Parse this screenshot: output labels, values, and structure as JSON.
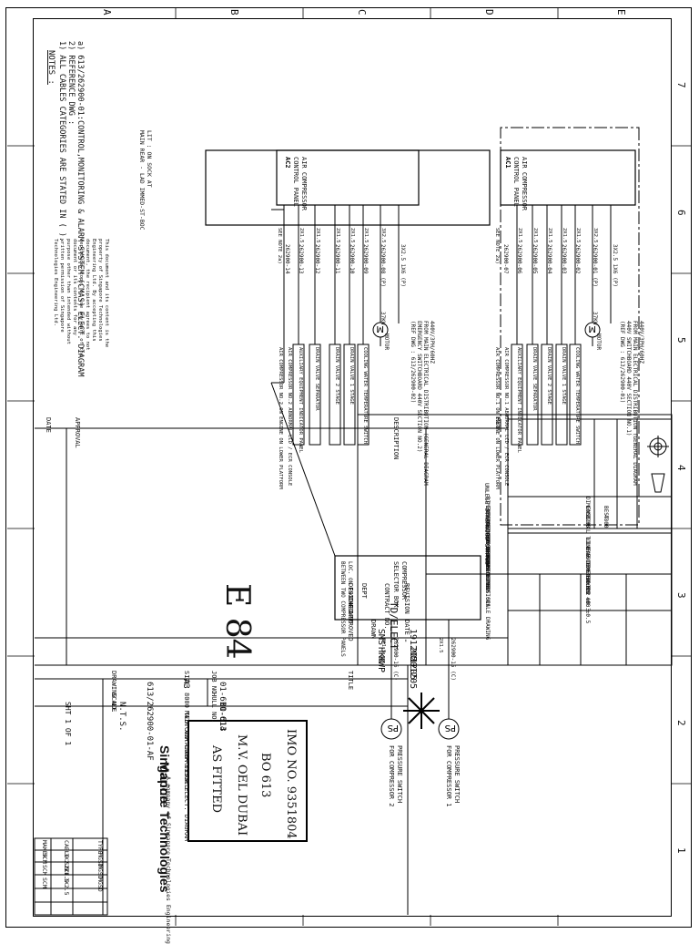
{
  "zones_cols": [
    "1",
    "2",
    "3",
    "4",
    "5",
    "6",
    "7"
  ],
  "zones_rows": [
    "A",
    "B",
    "C",
    "D",
    "E"
  ],
  "notes": {
    "heading": "NOTES :",
    "lines": [
      "1) ALL CABLES CATEGORIES ARE STATED IN ( ).",
      "2) REFERENCE DWG :",
      "   a) 613/262900-01:CONTROL,MONITORING & ALARM SYSTEM (CMAS) ELECT. DIAGRAM"
    ]
  },
  "stamp": {
    "lines": [
      "IMO NO. 9351804",
      "BO 613",
      "M.V. OEL DUBAI",
      "AS FITTED"
    ]
  },
  "revision_mark": "E 84",
  "panels": [
    {
      "id": "p1",
      "title": [
        "AIR COMPRESSOR",
        "CONTROL PANEL",
        "AC1"
      ]
    },
    {
      "id": "p2",
      "title": [
        "AIR COMPRESSOR",
        "CONTROL PANEL",
        "AC2"
      ]
    }
  ],
  "panel_side_note": [
    "LIT : ON SOCK AT",
    "MAIN REAR - LAD IMMED-ST-BOC"
  ],
  "group1": {
    "supply": [
      "440V/3PH/60HZ",
      "FROM MAIN ELECTRICAL DISTRIBUTION (GENERAL DIAGRAM",
      "440V SWITCHBOARD 440V SECTION NO.1)",
      "(REF DWG : 613/262900-01)"
    ],
    "supply_cable": "3X2.5 1X6 (P)",
    "motor_label": "MOTOR",
    "motor_rating": "37KW",
    "cables": [
      "262900-01 (P)",
      "262900-02",
      "262900-03",
      "262900-04",
      "262900-05",
      "262900-06",
      "262900-07"
    ],
    "cable_types": [
      "3X2.5",
      "2X1.5",
      "2X1.5",
      "2X1.5",
      "2X1.5",
      "2X1.5",
      "SEE NOTE 2a)"
    ],
    "devices": [
      "COOLING WATER TEMPERATURE SWITCH",
      "DRAIN VALVE 1 STAGE",
      "DRAIN VALVE 2 STAGE",
      "DRAIN VALVE SEPARATOR",
      "AUXILIARY EQUIPMENT INDICATOR PANEL",
      "AIR COMPRESSOR NO.1 ABNORMAL LCD / ECR CONSOLE",
      "AIR COMPRESSOR NO.1 ON ENGINE ON LOWER PLATFORM"
    ]
  },
  "group2": {
    "supply": [
      "440V/3PH/60HZ",
      "FROM MAIN ELECTRICAL DISTRIBUTION (GENERAL DIAGRAM",
      "EMERGENCY SWITCHBOARD 440V SECTION NO.2)",
      "(REF DWG : 613/262900-02)"
    ],
    "supply_cable": "3X2.5 1X6 (P)",
    "motor_label": "MOTOR",
    "motor_rating": "37KW",
    "cables": [
      "262900-08 (P)",
      "262900-09",
      "262900-10",
      "262900-11",
      "262900-12",
      "262900-13",
      "262900-14"
    ],
    "cable_types": [
      "3X2.5",
      "2X1.5",
      "2X1.5",
      "2X1.5",
      "2X1.5",
      "2X1.5",
      "SEE NOTE 2a)"
    ],
    "devices": [
      "COOLING WATER TEMPERATURE SWITCH",
      "DRAIN VALVE 1 STAGE",
      "DRAIN VALVE 2 STAGE",
      "DRAIN VALVE SEPARATOR",
      "AUXILIARY EQUIPMENT INDICATOR PANEL",
      "AIR COMPRESSOR NO.2 ABNORMAL LCD / ECR CONSOLE",
      "AIR COMPRESSOR NO.2 ON ENGINE ON LOWER PLATFORM"
    ]
  },
  "selector": {
    "title": [
      "COMPRESSOR",
      "SELECTOR BOX"
    ],
    "note": [
      "LOC. ON ENGINE",
      "BETWEEN TWO COMPRESSOR PANELS"
    ],
    "cable1": "262900-15 (C)",
    "cable2": "262900-16 (C)",
    "cable_type": "2X1.5"
  },
  "pressure_switches": [
    {
      "symbol": "PS",
      "label": [
        "PRESSURE SWITCH",
        "FOR COMPRESSOR 1"
      ]
    },
    {
      "symbol": "PS",
      "label": [
        "PRESSURE SWITCH",
        "FOR COMPRESSOR 2"
      ]
    }
  ],
  "cable_table": {
    "headers": [
      "CABLE SIZE",
      "MAKER",
      "TYPE"
    ],
    "rows": [
      [
        "3X2.5",
        "SCM",
        "MGSD"
      ],
      [
        "2X1.5",
        "SCM",
        "MGSD"
      ],
      [
        "3X2.5",
        "SCM",
        "MGSD"
      ]
    ]
  },
  "copyright": "This document and its content is the property of Singapore Technologies Engineering Ltd. By accepting this document, the recipient agrees to not reproduce, copy, or use any part of the document or its contents for any purpose other than intended without written permission of Singapore Technologies Engineering Ltd.",
  "tolerance": {
    "line1": "UNLESS OTHERWISE STATED",
    "line2": "DIMENSIONS ARE IN MILLIMETRE",
    "line3": "DIMENSIONAL TOLERANCE",
    "rows": [
      [
        "INTERNAL RADII 0.4",
        "GOOD",
        "BEST"
      ],
      [
        "MACHINED SURFACE",
        "3200",
        "4800"
      ],
      [
        "FINISH 3.2 RAS",
        "",
        ""
      ],
      [
        "ON ANGULAR DIMENSIONS",
        "LINEAR DIMENSIONS",
        ""
      ],
      [
        "LENGTH",
        "0.5 TO 6  ±0.1",
        ""
      ],
      [
        "FORMED",
        "6 TO 30  ±0.2",
        ""
      ],
      [
        "MACHINED",
        "30 TO 120 ±0.3",
        ""
      ],
      [
        "DO NOT SCALE DRAWING",
        "120 TO 400 ±0.5",
        ""
      ]
    ]
  },
  "title_block": {
    "rev_header": "REV",
    "description_header": "DESCRIPTION",
    "approval_header": "APPROVAL",
    "date_header": "DATE",
    "revision_label": "REVISION",
    "contract_label": "CONTRACT NO.",
    "dept_label": "DEPT",
    "dept_value": "TD/ELECT",
    "drawn_label": "DRAWN",
    "drawn_by": "SMS",
    "date_label": "DATE",
    "drawn_date": "191205",
    "designed_label": "DESIGNED",
    "designed_value": "-",
    "checked_label": "CHECKED",
    "checked_by": "HKK",
    "checked_date": "201205",
    "approved_label": "APPROVED",
    "approved_by": "KWP",
    "approved_date": "201205",
    "title_label": "TITLE",
    "title_line1": "8000 TEU CONTAINER VESSEL",
    "title_line2": "MAIN AIR COMPRESSOR ELECT. DIAGRAM",
    "company_name": [
      "Singapore Technologies",
      "Marine"
    ],
    "company_sub": "A company of Singapore Technologies Engineering",
    "size_label": "SIZE",
    "size_value": "A3",
    "job_label": "JOB NO.",
    "job_value": "01-611-614",
    "hull_label": "HULL NO.",
    "hull_value": "BO-613",
    "drawing_label": "DRAWING NO.",
    "drawing_value": "613/262900-01-AF",
    "scale_label": "SCALE",
    "scale_value": "N.T.S.",
    "sheet_value": "SHT 1 OF 1"
  }
}
